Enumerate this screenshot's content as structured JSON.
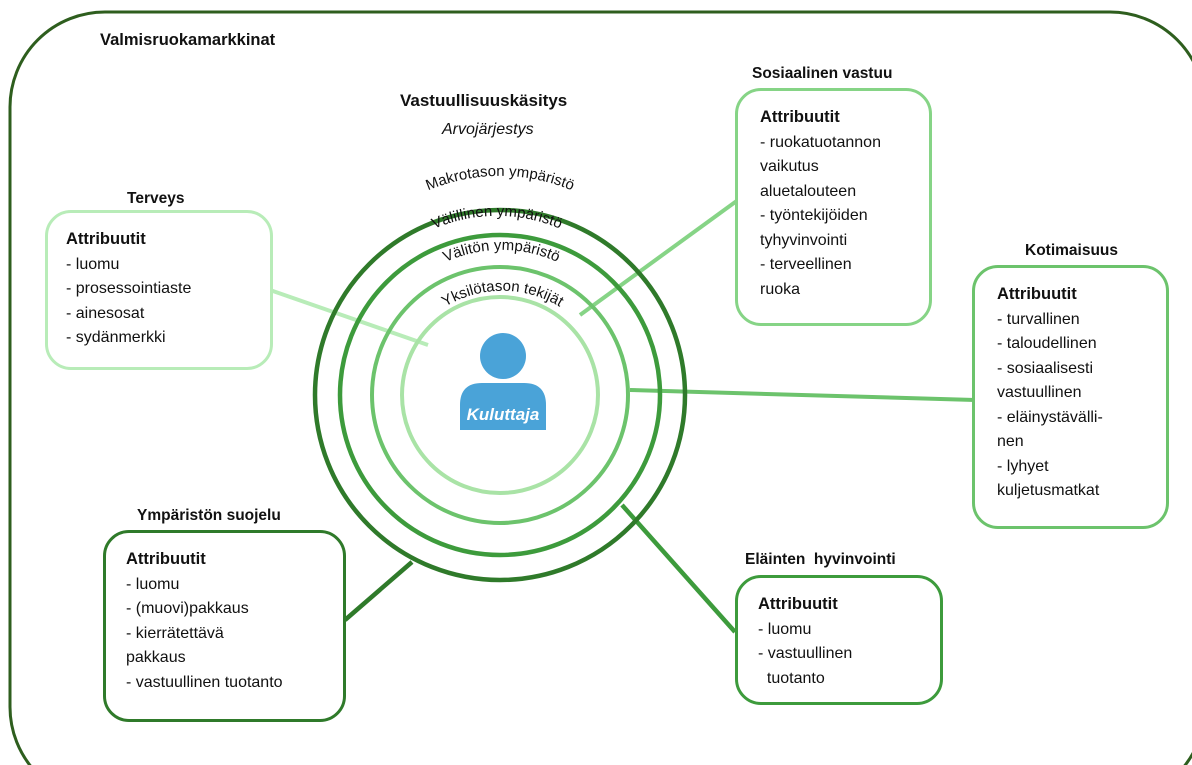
{
  "market_label": "Valmisruokamarkkinat",
  "title": "Vastuullisuuskäsitys",
  "subtitle": "Arvojärjestys",
  "rings": [
    "Makrotason ympäristö",
    "Välillinen ympäristö",
    "Välitön ympäristö",
    "Yksilötason tekijät"
  ],
  "consumer_label": "Kuluttaja",
  "colors": {
    "frame": "#2e5e1e",
    "ring_outer": "#2f7a2a",
    "ring_2": "#3d9b3c",
    "ring_3": "#6cc36c",
    "ring_inner": "#a9e3a6",
    "consumer": "#4aa3d8"
  },
  "boxes": {
    "terveys": {
      "title": "Terveys",
      "heading": "Attribuutit",
      "items": [
        "- luomu",
        "- prosessointiaste",
        "- ainesosat",
        "- sydänmerkki"
      ]
    },
    "sosiaalinen": {
      "title": "Sosiaalinen vastuu",
      "heading": "Attribuutit",
      "items": [
        "- ruokatuotannon",
        "vaikutus",
        "aluetalouteen",
        "- työntekijöiden",
        "tyhyvinvointi",
        "- terveellinen",
        "ruoka"
      ]
    },
    "kotimaisuus": {
      "title": "Kotimaisuus",
      "heading": "Attribuutit",
      "items": [
        "- turvallinen",
        "- taloudellinen",
        "- sosiaalisesti",
        "vastuullinen",
        "- eläinystävälli-",
        "nen",
        "- lyhyet",
        "kuljetusmatkat"
      ]
    },
    "ymparisto": {
      "title": "Ympäristön suojelu",
      "heading": "Attribuutit",
      "items": [
        "- luomu",
        "- (muovi)pakkaus",
        "- kierrätettävä",
        "pakkaus",
        "- vastuullinen tuotanto"
      ]
    },
    "elainten": {
      "title": "Eläinten  hyvinvointi",
      "heading": "Attribuutit",
      "items": [
        "- luomu",
        "- vastuullinen",
        "  tuotanto"
      ]
    }
  }
}
